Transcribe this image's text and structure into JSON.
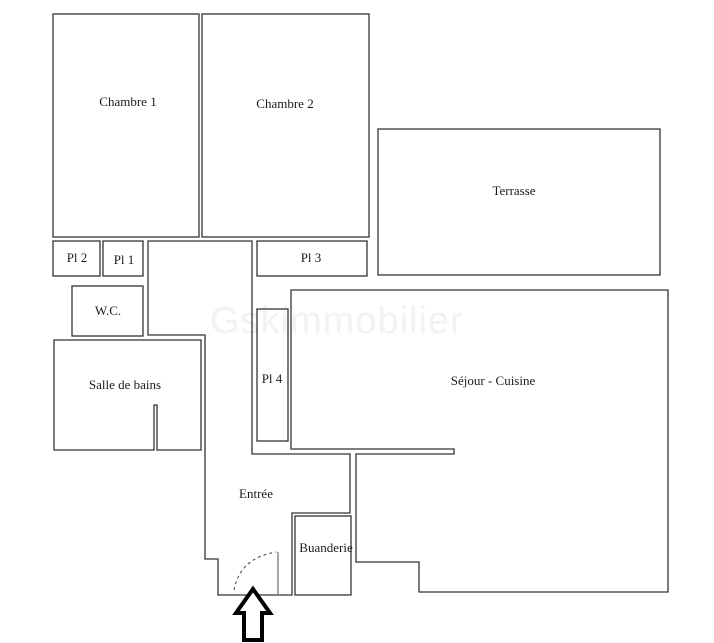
{
  "watermark": "Gskimmobilier",
  "rooms": {
    "chambre1": "Chambre 1",
    "chambre2": "Chambre 2",
    "terrasse": "Terrasse",
    "pl2": "Pl 2",
    "pl1": "Pl 1",
    "pl3": "Pl 3",
    "wc": "W.C.",
    "salle_de_bains": "Salle de bains",
    "pl4": "Pl 4",
    "sejour_cuisine": "Séjour - Cuisine",
    "entree": "Entrée",
    "buanderie": "Buanderie"
  },
  "colors": {
    "wall": "#333333",
    "background": "#ffffff",
    "arrow": "#000000"
  }
}
